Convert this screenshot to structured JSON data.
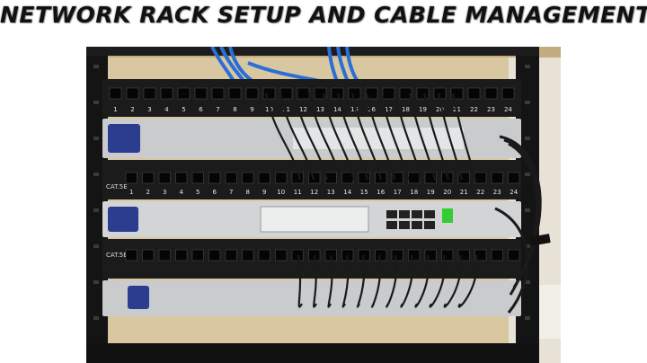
{
  "header": {
    "title": "NETWORK RACK SETUP AND CABLE MANAGEMENT"
  },
  "panels": {
    "patch_top": {
      "ports": [
        "1",
        "2",
        "3",
        "4",
        "5",
        "6",
        "7",
        "8",
        "9",
        "10",
        "11",
        "12",
        "13",
        "14",
        "15",
        "16",
        "17",
        "18",
        "19",
        "20",
        "21",
        "22",
        "23",
        "24"
      ]
    },
    "patch_mid": {
      "tag": "CAT.5E",
      "ports": [
        "1",
        "2",
        "3",
        "4",
        "5",
        "6",
        "7",
        "8",
        "9",
        "10",
        "11",
        "12",
        "13",
        "14",
        "15",
        "16",
        "17",
        "18",
        "19",
        "20",
        "21",
        "22",
        "23",
        "24"
      ]
    },
    "patch_low": {
      "tag": "CAT.5E"
    }
  },
  "colors": {
    "blue_cable": "#2a6fd6",
    "black_cable": "#1a1a1a",
    "rack": "#141414",
    "switch_silver": "#c9cbcd",
    "logo_blue": "#2c3d8f"
  }
}
